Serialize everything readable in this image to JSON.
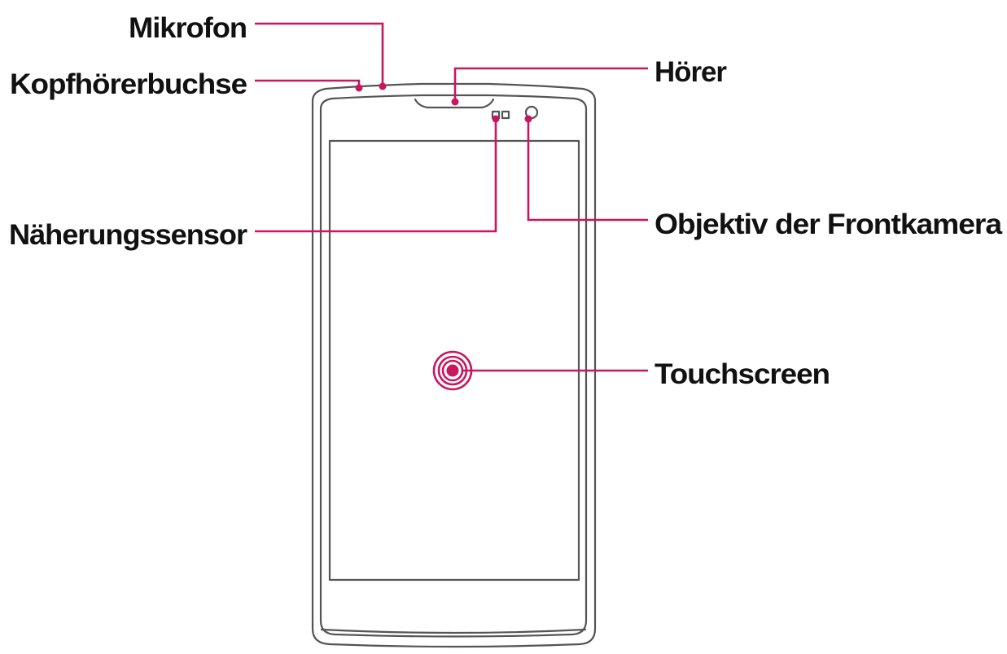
{
  "colors": {
    "accent": "#c8175d",
    "outline": "#555555",
    "text": "#111111",
    "background": "#ffffff"
  },
  "labels": {
    "microphone": "Mikrofon",
    "headphone_jack": "Kopfhörerbuchse",
    "earpiece": "Hörer",
    "proximity_sensor": "Näherungssensor",
    "front_camera": "Objektiv der Frontkamera",
    "touchscreen": "Touchscreen"
  }
}
